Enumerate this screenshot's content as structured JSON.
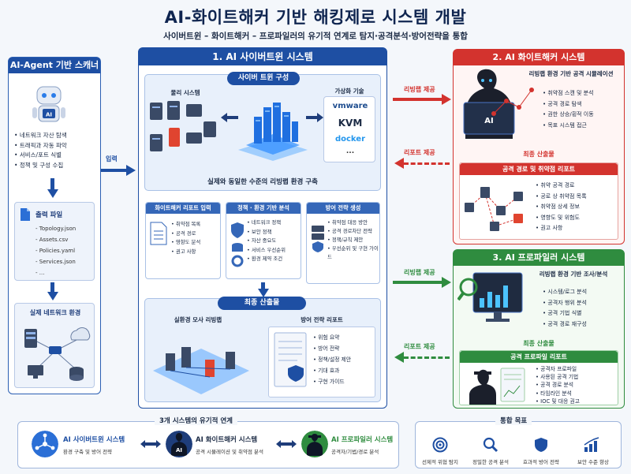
{
  "header": {
    "title": "AI-화이트해커 기반 해킹제로 시스템 개발",
    "subtitle": "사이버트윈 – 화이트해커 – 프로파일러의 유기적 연계로 탐지·공격분석·방어전략을 통합"
  },
  "scanner": {
    "title": "AI-Agent 기반 스캐너",
    "robot_badge": "AI",
    "items": [
      "네트워크 자산 탐색",
      "트래픽과 자동 파악",
      "서비스/포트 식별",
      "정책 및 구성 수집"
    ],
    "output_title": "출력 파일",
    "files": [
      "- Topology.json",
      "- Assets.csv",
      "- Policies.yaml",
      "- Services.json",
      "- ..."
    ],
    "network_title": "실제 네트워크 환경",
    "input_label": "입력"
  },
  "twin": {
    "title": "1. AI 사이버트윈 시스템",
    "config_title": "사이버 트윈 구성",
    "physical_label": "물리 시스템",
    "virtual_label": "가상화 기술",
    "virtual_items": [
      "vmware",
      "KVM",
      "docker",
      "..."
    ],
    "range_caption": "실제와 동일한 수준의 리빙랩 환경 구축",
    "col1": {
      "title": "화이트해커 리포트 입력",
      "items": [
        "취약점 목록",
        "공격 경로",
        "영향도 분석",
        "권고 사항"
      ]
    },
    "col2": {
      "title": "정책 · 환경 기반 분석",
      "items": [
        "네트워크 정책",
        "보안 정책",
        "자산 중요도",
        "서비스 우선순위",
        "환경 제약 조건"
      ]
    },
    "col3": {
      "title": "방어 전략 생성",
      "items": [
        "취약점 대응 방안",
        "공격 경로차단 전략",
        "정책/규칙 제안",
        "우선순위 및 구현 가이드"
      ]
    },
    "final_title": "최종 산출물",
    "final_left_label": "실환경 모사 리빙랩",
    "final_right_label": "방어 전략 리포트",
    "final_items": [
      "위험 요약",
      "방어 전략",
      "정책/설정 제안",
      "기대 효과",
      "구현 가이드"
    ]
  },
  "hacker": {
    "title": "2. AI 화이트해커 시스템",
    "subtitle": "리빙랩 환경 기반 공격 시뮬레이션",
    "badge": "AI",
    "items": [
      "취약점 스캔 및 분석",
      "공격 경로 탐색",
      "권한 상승/횡적 이동",
      "목표 시스템 접근"
    ],
    "final_label": "최종 산출물",
    "report_title": "공격 경로 및 취약점 리포트",
    "report_items": [
      "취약 공격 경로",
      "공로 상 취약점 목록",
      "취약점 상세 정보",
      "영향도 및 위험도",
      "권고 사항"
    ]
  },
  "profiler": {
    "title": "3. AI 프로파일러 시스템",
    "subtitle": "리빙랩 환경 기반 조사/분석",
    "items": [
      "시스템/로그 분석",
      "공격자 행위 분석",
      "공격 기법 식별",
      "공격 경로 재구성"
    ],
    "final_label": "최종 산출물",
    "report_title": "공격 프로파일 리포트",
    "report_items": [
      "공격자 프로파일",
      "사용된 공격 기법",
      "공격 경로 분석",
      "타임라인 분석",
      "IOC 및 대응 권고"
    ]
  },
  "arrows": {
    "to_hacker": "리빙랩 제공",
    "from_hacker": "리포트 제공",
    "to_profiler": "리빙랩 제공",
    "from_profiler": "리포트 제공"
  },
  "connection": {
    "title": "3개 시스템의 유기적 연계",
    "systems": [
      {
        "name": "AI 사이버트윈 시스템",
        "sub": "환경 구축 및 방어 전략"
      },
      {
        "name": "AI 화이트해커 시스템",
        "sub": "공격 시뮬레이션 및 취약점 분석"
      },
      {
        "name": "AI 프로파일러 시스템",
        "sub": "공격자/기법/경로 분석"
      }
    ],
    "badge": "AI"
  },
  "goals": {
    "title": "통합 목표",
    "items": [
      "선제적 위협 탐지",
      "정밀한 공격 분석",
      "효과적 방어 전략",
      "보안 수준 향상"
    ]
  },
  "colors": {
    "blue": "#1e4fa3",
    "red": "#d3332e",
    "green": "#2f8c3f"
  }
}
